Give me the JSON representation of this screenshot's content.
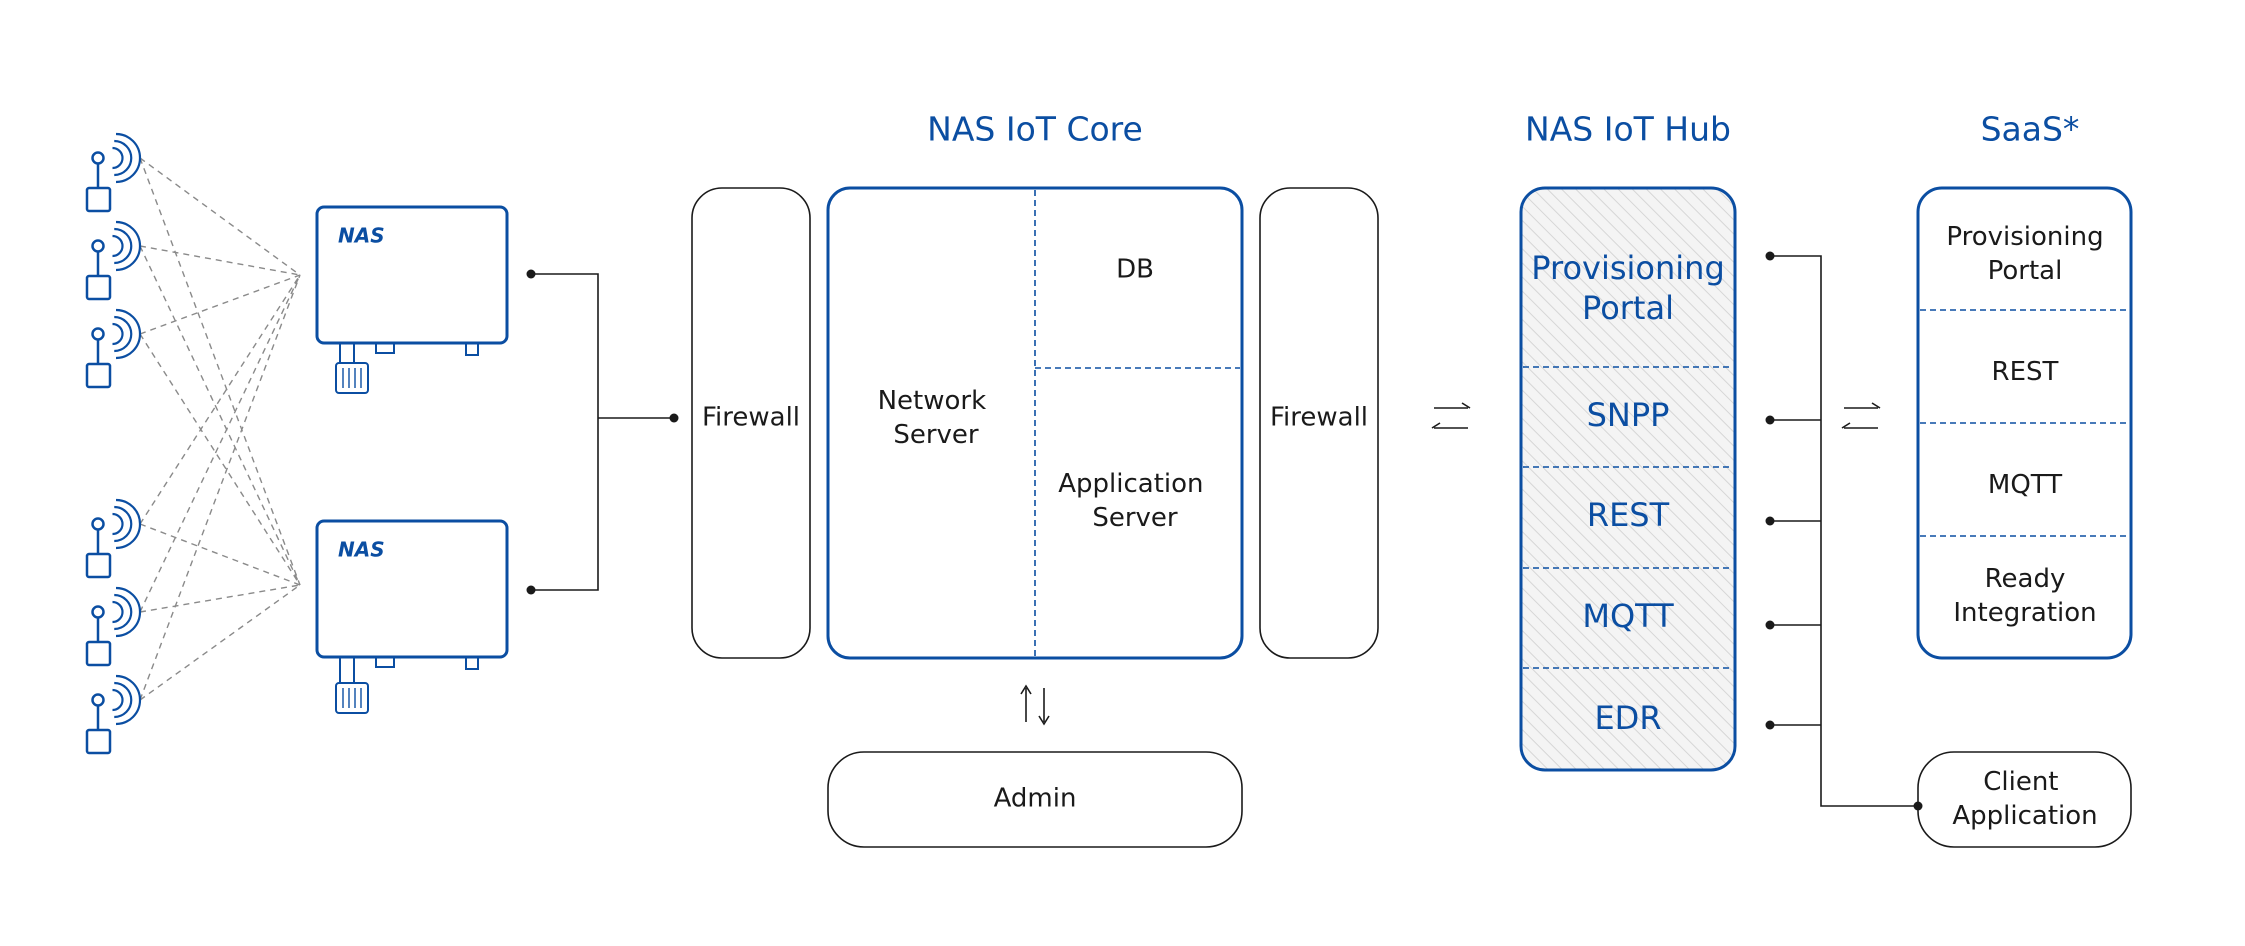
{
  "headers": {
    "core": "NAS IoT Core",
    "hub": "NAS IoT Hub",
    "saas": "SaaS*"
  },
  "gateway": {
    "logo": "NAS"
  },
  "firewall_left": "Firewall",
  "firewall_right": "Firewall",
  "core": {
    "network_server": [
      "Network",
      "Server"
    ],
    "db": "DB",
    "app_server": [
      "Application",
      "Server"
    ]
  },
  "admin": "Admin",
  "hub": {
    "items": [
      [
        "Provisioning",
        "Portal"
      ],
      [
        "SNPP"
      ],
      [
        "REST"
      ],
      [
        "MQTT"
      ],
      [
        "EDR"
      ]
    ]
  },
  "saas": {
    "items": [
      [
        "Provisioning",
        "Portal"
      ],
      [
        "REST"
      ],
      [
        "MQTT"
      ],
      [
        "Ready",
        "Integration"
      ]
    ]
  },
  "client_app": [
    "Client",
    "Application"
  ],
  "colors": {
    "brand_blue": "#0b4ea2",
    "hatch": "#d9d9d9",
    "line": "#1a1a1a"
  }
}
